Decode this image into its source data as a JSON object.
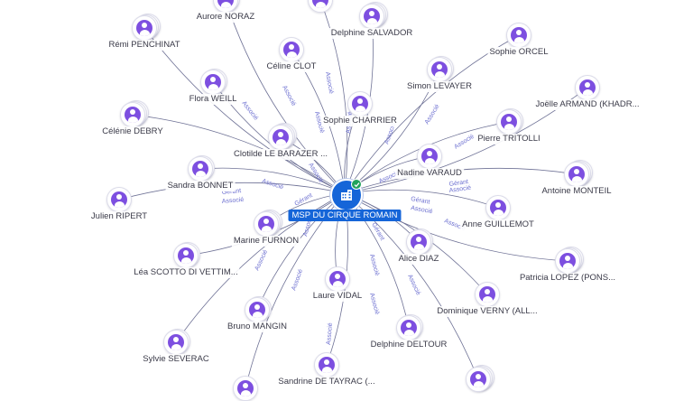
{
  "center": {
    "label": "MSP DU CIRQUE ROMAIN",
    "icon": "building-icon",
    "badge": "verified-check-icon"
  },
  "edge_labels": [
    "Associé",
    "Gérant"
  ],
  "colors": {
    "accent": "#1565d8",
    "person": "#7d4fe0",
    "edge": "#6f7296",
    "edge_label": "#6c6fd0",
    "verified": "#21a35b"
  },
  "nodes": [
    {
      "id": "aurore-noraz",
      "label": "Aurore NORAZ"
    },
    {
      "id": "delphine-salvador",
      "label": "Delphine SALVADOR"
    },
    {
      "id": "remi-penchinat",
      "label": "Rémi PENCHINAT"
    },
    {
      "id": "celine-clot",
      "label": "Céline CLOT"
    },
    {
      "id": "sophie-orcel",
      "label": "Sophie ORCEL"
    },
    {
      "id": "simon-levayer",
      "label": "Simon LEVAYER"
    },
    {
      "id": "flora-weill",
      "label": "Flora WEILL"
    },
    {
      "id": "joelle-armand",
      "label": "Joëlle ARMAND (KHADR..."
    },
    {
      "id": "sophie-charrier",
      "label": "Sophie CHARRIER"
    },
    {
      "id": "celenie-debry",
      "label": "Célénie DEBRY"
    },
    {
      "id": "pierre-tritolli",
      "label": "Pierre TRITOLLI"
    },
    {
      "id": "clotilde-le-barazer",
      "label": "Clotilde LE BARAZER ..."
    },
    {
      "id": "nadine-varaud",
      "label": "Nadine VARAUD"
    },
    {
      "id": "sandra-bonnet",
      "label": "Sandra BONNET"
    },
    {
      "id": "antoine-monteil",
      "label": "Antoine MONTEIL"
    },
    {
      "id": "julien-ripert",
      "label": "Julien RIPERT"
    },
    {
      "id": "anne-guillemot",
      "label": "Anne GUILLEMOT"
    },
    {
      "id": "marine-furnon",
      "label": "Marine FURNON"
    },
    {
      "id": "alice-diaz",
      "label": "Alice DIAZ"
    },
    {
      "id": "patricia-lopez",
      "label": "Patricia LOPEZ (PONS..."
    },
    {
      "id": "lea-scotto",
      "label": "Léa SCOTTO DI VETTIM..."
    },
    {
      "id": "laure-vidal",
      "label": "Laure VIDAL"
    },
    {
      "id": "dominique-verny",
      "label": "Dominique VERNY (ALL..."
    },
    {
      "id": "bruno-mangin",
      "label": "Bruno MANGIN"
    },
    {
      "id": "delphine-deltour",
      "label": "Delphine DELTOUR"
    },
    {
      "id": "sylvie-severac",
      "label": "Sylvie SEVERAC"
    },
    {
      "id": "sandrine-de-tayrac",
      "label": "Sandrine DE TAYRAC (..."
    },
    {
      "id": "unlabeled-bottom-left",
      "label": ""
    },
    {
      "id": "unlabeled-bottom-right",
      "label": ""
    },
    {
      "id": "unlabeled-top-left",
      "label": ""
    }
  ]
}
